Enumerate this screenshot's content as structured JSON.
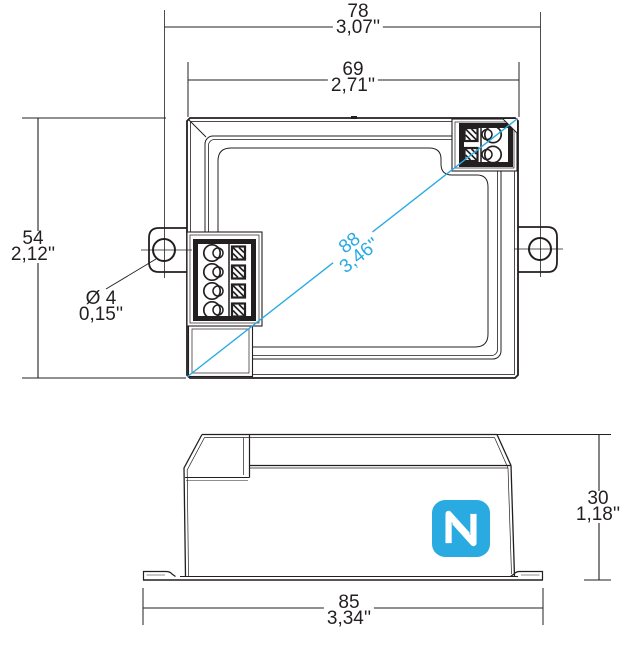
{
  "colors": {
    "accent": "#29abe2",
    "line": "#231f20",
    "background": "#ffffff"
  },
  "top_view": {
    "dims": {
      "overall_width": {
        "mm": "78",
        "in": "3,07''"
      },
      "body_width": {
        "mm": "69",
        "in": "2,71''"
      },
      "body_height": {
        "mm": "54",
        "in": "2,12''"
      },
      "hole": {
        "mm": "Ø 4",
        "in": "0,15''"
      },
      "diagonal": {
        "mm": "88",
        "in": "3,46''"
      }
    }
  },
  "side_view": {
    "dims": {
      "height": {
        "mm": "30",
        "in": "1,18''"
      },
      "base_width": {
        "mm": "85",
        "in": "3,34''"
      }
    },
    "nfc_logo_icon": "nfc-n-mark"
  }
}
